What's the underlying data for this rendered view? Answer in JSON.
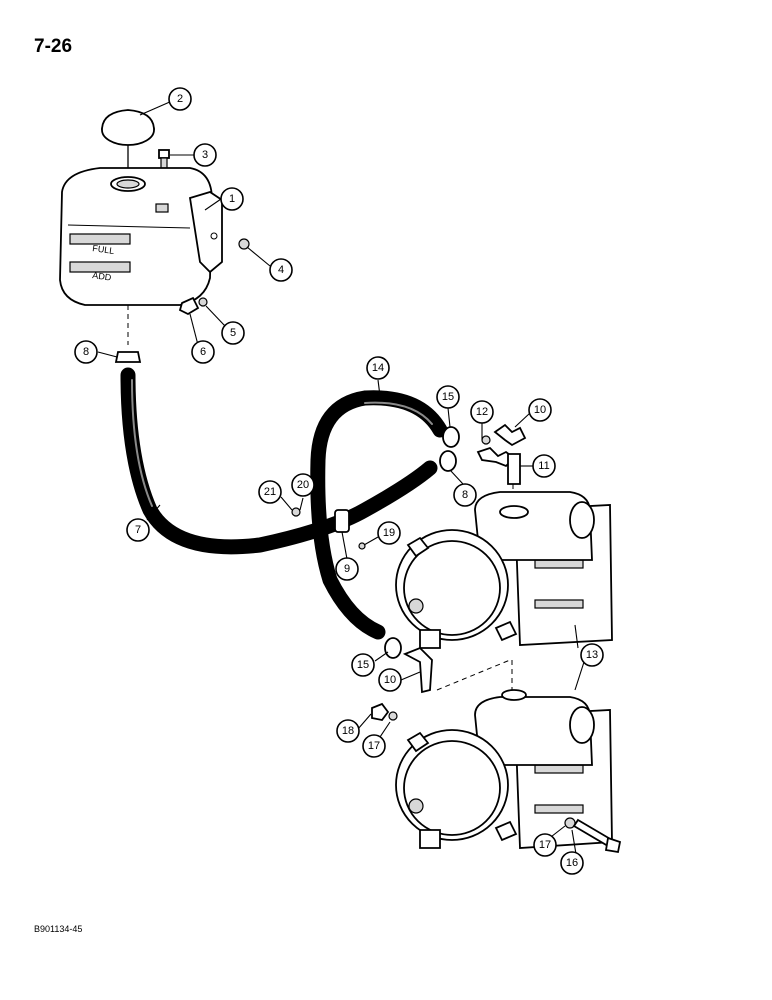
{
  "header": {
    "page_number": "7-26"
  },
  "footer": {
    "figure_code": "B901134-45"
  },
  "reservoir": {
    "full_mark": "FULL",
    "add_mark": "ADD"
  },
  "callouts": [
    {
      "id": "c1",
      "label": "1"
    },
    {
      "id": "c2",
      "label": "2"
    },
    {
      "id": "c3",
      "label": "3"
    },
    {
      "id": "c4",
      "label": "4"
    },
    {
      "id": "c5",
      "label": "5"
    },
    {
      "id": "c6",
      "label": "6"
    },
    {
      "id": "c7",
      "label": "7"
    },
    {
      "id": "c8a",
      "label": "8"
    },
    {
      "id": "c8b",
      "label": "8"
    },
    {
      "id": "c9",
      "label": "9"
    },
    {
      "id": "c10a",
      "label": "10"
    },
    {
      "id": "c10b",
      "label": "10"
    },
    {
      "id": "c11",
      "label": "11"
    },
    {
      "id": "c12",
      "label": "12"
    },
    {
      "id": "c13",
      "label": "13"
    },
    {
      "id": "c14",
      "label": "14"
    },
    {
      "id": "c15a",
      "label": "15"
    },
    {
      "id": "c15b",
      "label": "15"
    },
    {
      "id": "c16",
      "label": "16"
    },
    {
      "id": "c17a",
      "label": "17"
    },
    {
      "id": "c17b",
      "label": "17"
    },
    {
      "id": "c18",
      "label": "18"
    },
    {
      "id": "c19",
      "label": "19"
    },
    {
      "id": "c20",
      "label": "20"
    },
    {
      "id": "c21",
      "label": "21"
    }
  ]
}
